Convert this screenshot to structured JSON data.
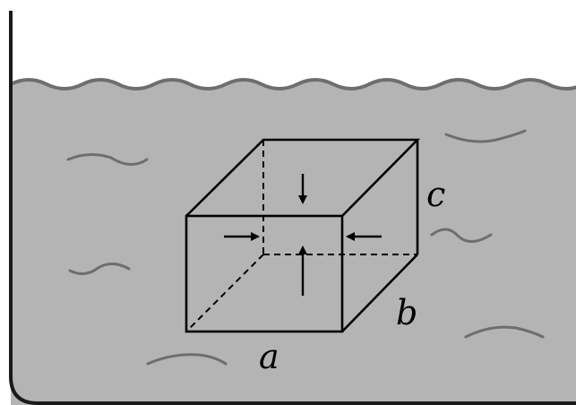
{
  "diagram": {
    "labels": {
      "a": "a",
      "b": "b",
      "c": "c"
    },
    "colors": {
      "water": "#b4b4b4",
      "water_surface": "#6e6e6e",
      "tank_wall": "#1a1a1a",
      "ripple": "#6e6e6e",
      "edges": "#000000",
      "background": "#ffffff"
    },
    "hidden_edges_style": "dashed",
    "pressure_arrows": [
      {
        "name": "pressure-arrow-top",
        "direction": "down"
      },
      {
        "name": "pressure-arrow-bottom",
        "direction": "up"
      },
      {
        "name": "pressure-arrow-left",
        "direction": "right"
      },
      {
        "name": "pressure-arrow-right",
        "direction": "left"
      }
    ]
  }
}
